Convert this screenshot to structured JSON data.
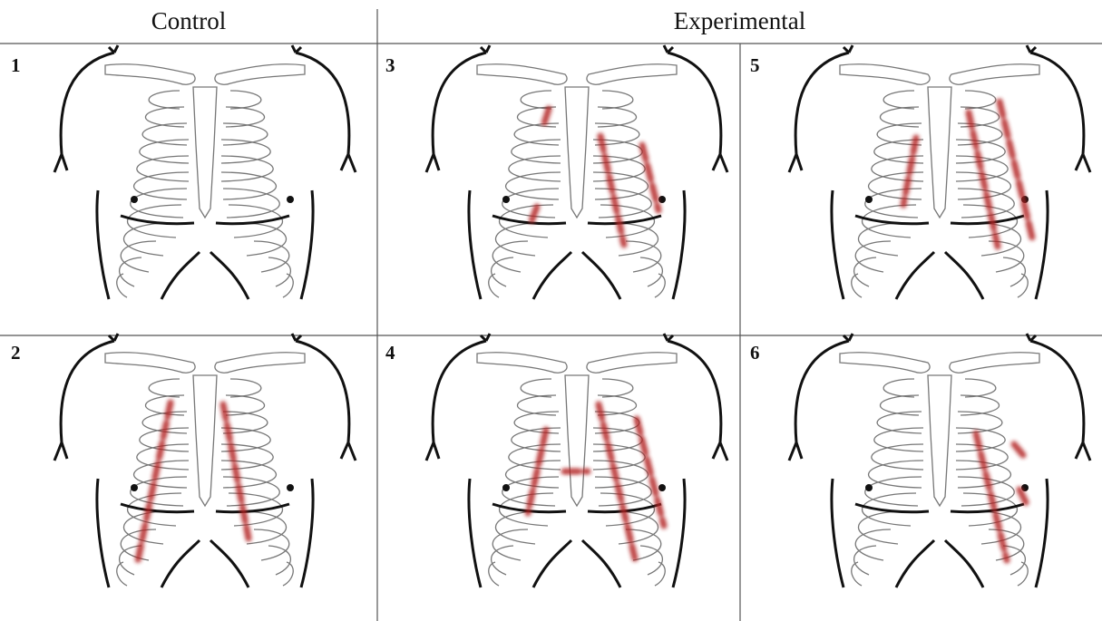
{
  "headers": {
    "control": "Control",
    "experimental": "Experimental"
  },
  "panels": [
    {
      "number": "1",
      "group": "control",
      "lines": []
    },
    {
      "number": "2",
      "group": "control",
      "lines": [
        {
          "id": "l2a"
        },
        {
          "id": "l2b"
        }
      ]
    },
    {
      "number": "3",
      "group": "experimental",
      "lines": []
    },
    {
      "number": "4",
      "group": "experimental",
      "lines": []
    },
    {
      "number": "5",
      "group": "experimental",
      "lines": []
    },
    {
      "number": "6",
      "group": "experimental",
      "lines": []
    }
  ],
  "colors": {
    "outline": "#111111",
    "rib": "#7a7a7a",
    "marking": "#b22222",
    "divider": "#555555"
  }
}
